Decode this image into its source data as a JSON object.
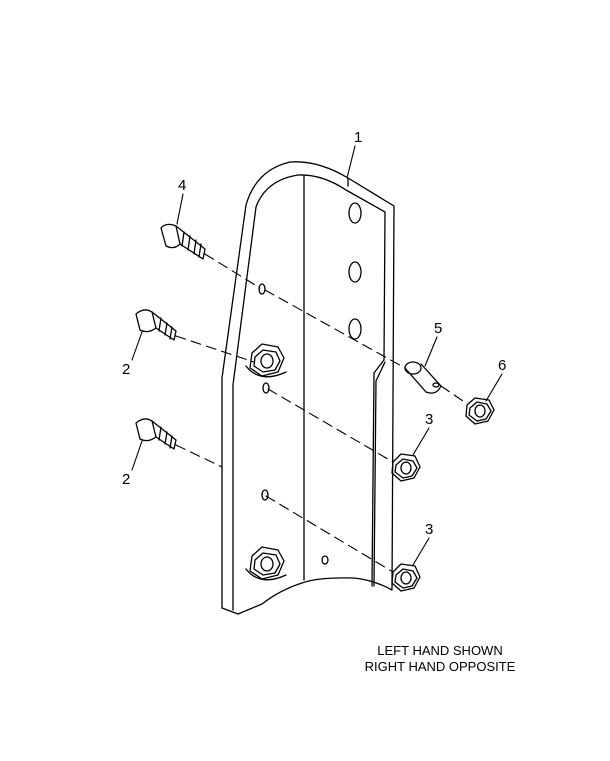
{
  "callouts": {
    "c1": "1",
    "c2a": "2",
    "c2b": "2",
    "c3a": "3",
    "c3b": "3",
    "c4": "4",
    "c5": "5",
    "c6": "6"
  },
  "note": {
    "line1": "LEFT HAND SHOWN",
    "line2": "RIGHT HAND OPPOSITE"
  }
}
